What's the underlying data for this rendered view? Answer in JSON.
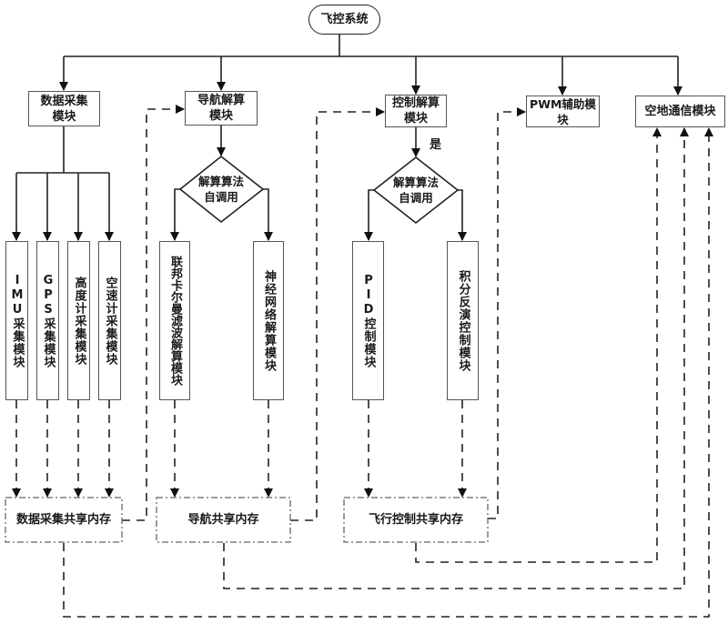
{
  "title": "飞控系统",
  "modules": {
    "data_acq": "数据采集\n模块",
    "nav": "导航解算\n模块",
    "control": "控制解算\n模块",
    "pwm": "PWM辅助模块",
    "comm": "空地通信模块"
  },
  "decisions": {
    "nav_algo": "解算算法\n自调用",
    "ctrl_algo": "解算算法\n自调用",
    "yes_label": "是"
  },
  "sub_modules": {
    "imu": "IMU采集模块",
    "gps": "GPS采集模块",
    "altimeter": "高度计采集模块",
    "airspeed": "空速计采集模块",
    "federated_kalman": "联邦卡尔曼滤波解算模块",
    "neural_net": "神经网络解算模块",
    "pid": "PID控制模块",
    "integral_inversion": "积分反演控制模块"
  },
  "memories": {
    "data_acq": "数据采集共享内存",
    "nav": "导航共享内存",
    "flight_ctrl": "飞行控制共享内存"
  }
}
